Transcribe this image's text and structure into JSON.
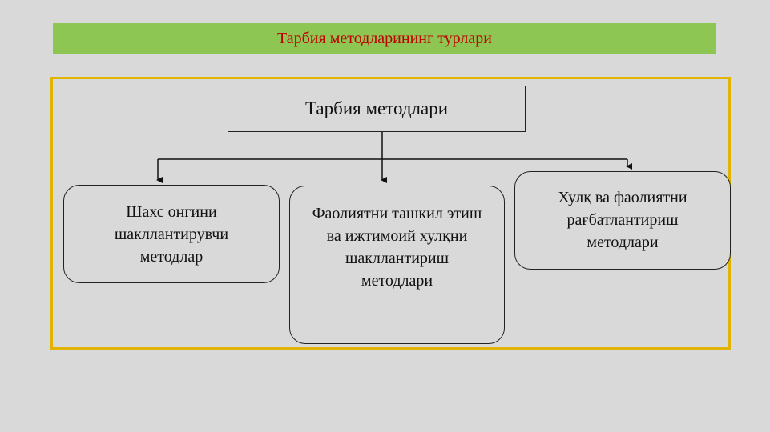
{
  "title": "Тарбия методларининг турлари",
  "root": {
    "label": "Тарбия методлари"
  },
  "children": [
    {
      "lines": [
        "Шахс онгини",
        "шакллантирувчи",
        "методлар"
      ]
    },
    {
      "lines": [
        "Фаолиятни ташкил этиш",
        "ва ижтимоий хулқни",
        "шакллантириш",
        "методлари"
      ]
    },
    {
      "lines": [
        "Хулқ ва фаолиятни",
        "рағбатлантириш",
        "методлари"
      ]
    }
  ],
  "colors": {
    "background": "#d9d9d9",
    "title_bar": "#8dc653",
    "title_text": "#c00000",
    "frame_border": "#e0b400"
  }
}
